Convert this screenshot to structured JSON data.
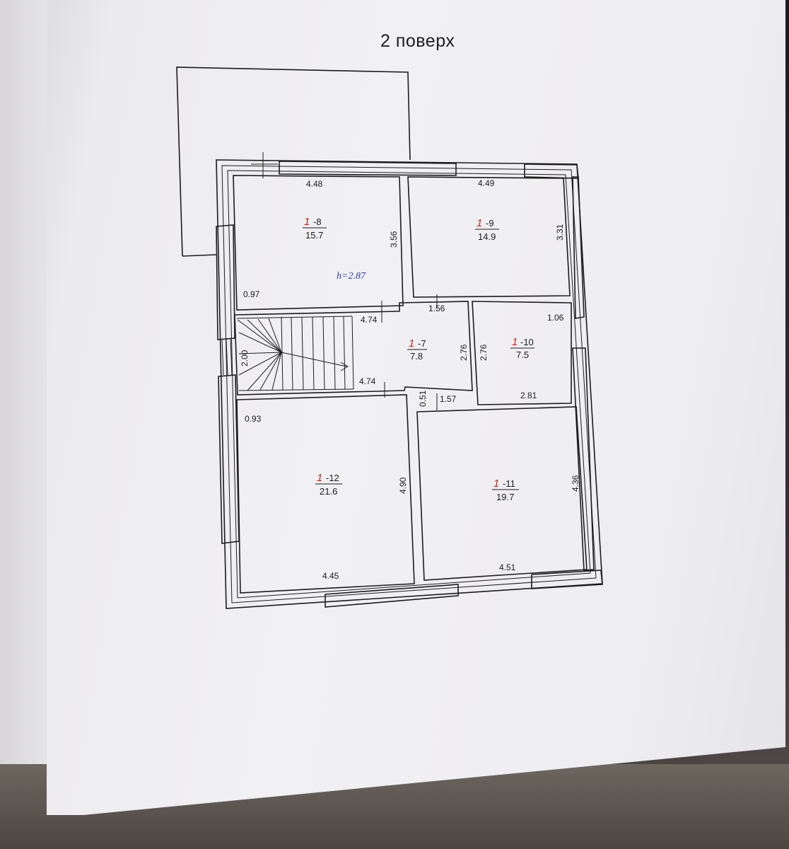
{
  "title": "2 поверх",
  "ceiling_note": "h=2.87",
  "rooms": [
    {
      "prefix": "1",
      "number": "-8",
      "area": "15.7",
      "width": "4.48",
      "depth": "3.56"
    },
    {
      "prefix": "1",
      "number": "-9",
      "area": "14.9",
      "width": "4.49",
      "depth": "3.31"
    },
    {
      "prefix": "1",
      "number": "-7",
      "area": "7.8",
      "width": "1.56",
      "depth": "2.76"
    },
    {
      "prefix": "1",
      "number": "-10",
      "area": "7.5",
      "width": "2.81",
      "depth": "2.76"
    },
    {
      "prefix": "1",
      "number": "-12",
      "area": "21.6",
      "width": "4.45",
      "depth": "4.90"
    },
    {
      "prefix": "1",
      "number": "-11",
      "area": "19.7",
      "width": "4.51",
      "depth": "4.36"
    }
  ],
  "dimensions": {
    "wall_left_top": "0.97",
    "corridor_top": "4.74",
    "stair_height": "2.00",
    "corridor_bottom": "4.74",
    "wall_left_bottom": "0.93",
    "corridor_gap": "0.51",
    "corridor_step": "1.57",
    "right_wall": "1.06"
  }
}
